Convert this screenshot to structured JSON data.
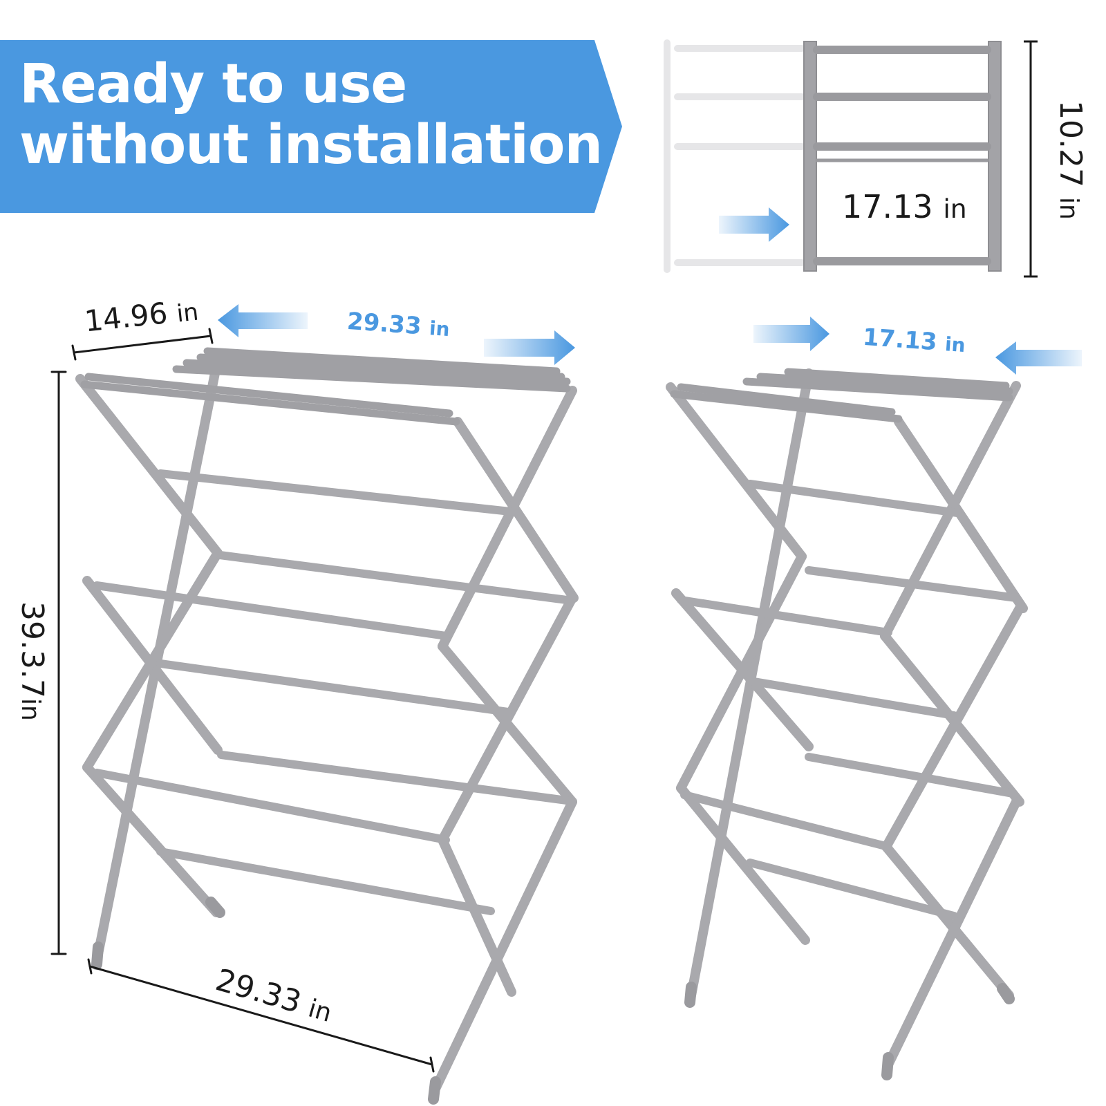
{
  "banner": {
    "line1": "Ready to use",
    "line2": "without installation"
  },
  "dimensions": {
    "expanded_depth": {
      "value": "14.96",
      "unit": "in"
    },
    "expanded_width_top": {
      "value": "29.33",
      "unit": "in"
    },
    "expanded_height": {
      "value": "39.3.7",
      "unit": "in"
    },
    "expanded_width_bottom": {
      "value": "29.33",
      "unit": "in"
    },
    "folded_width_top": {
      "value": "17.13",
      "unit": "in"
    },
    "inset_width": {
      "value": "17.13",
      "unit": "in"
    },
    "inset_height": {
      "value": "10.27",
      "unit": "in"
    }
  },
  "colors": {
    "accent": "#4a98e0",
    "rack": "#a9a9ad",
    "rack_dark": "#8e8e92",
    "text": "#1a1a1a"
  },
  "icons": [
    "arrow-left-icon",
    "arrow-right-icon",
    "chevron-arrows-icon"
  ]
}
